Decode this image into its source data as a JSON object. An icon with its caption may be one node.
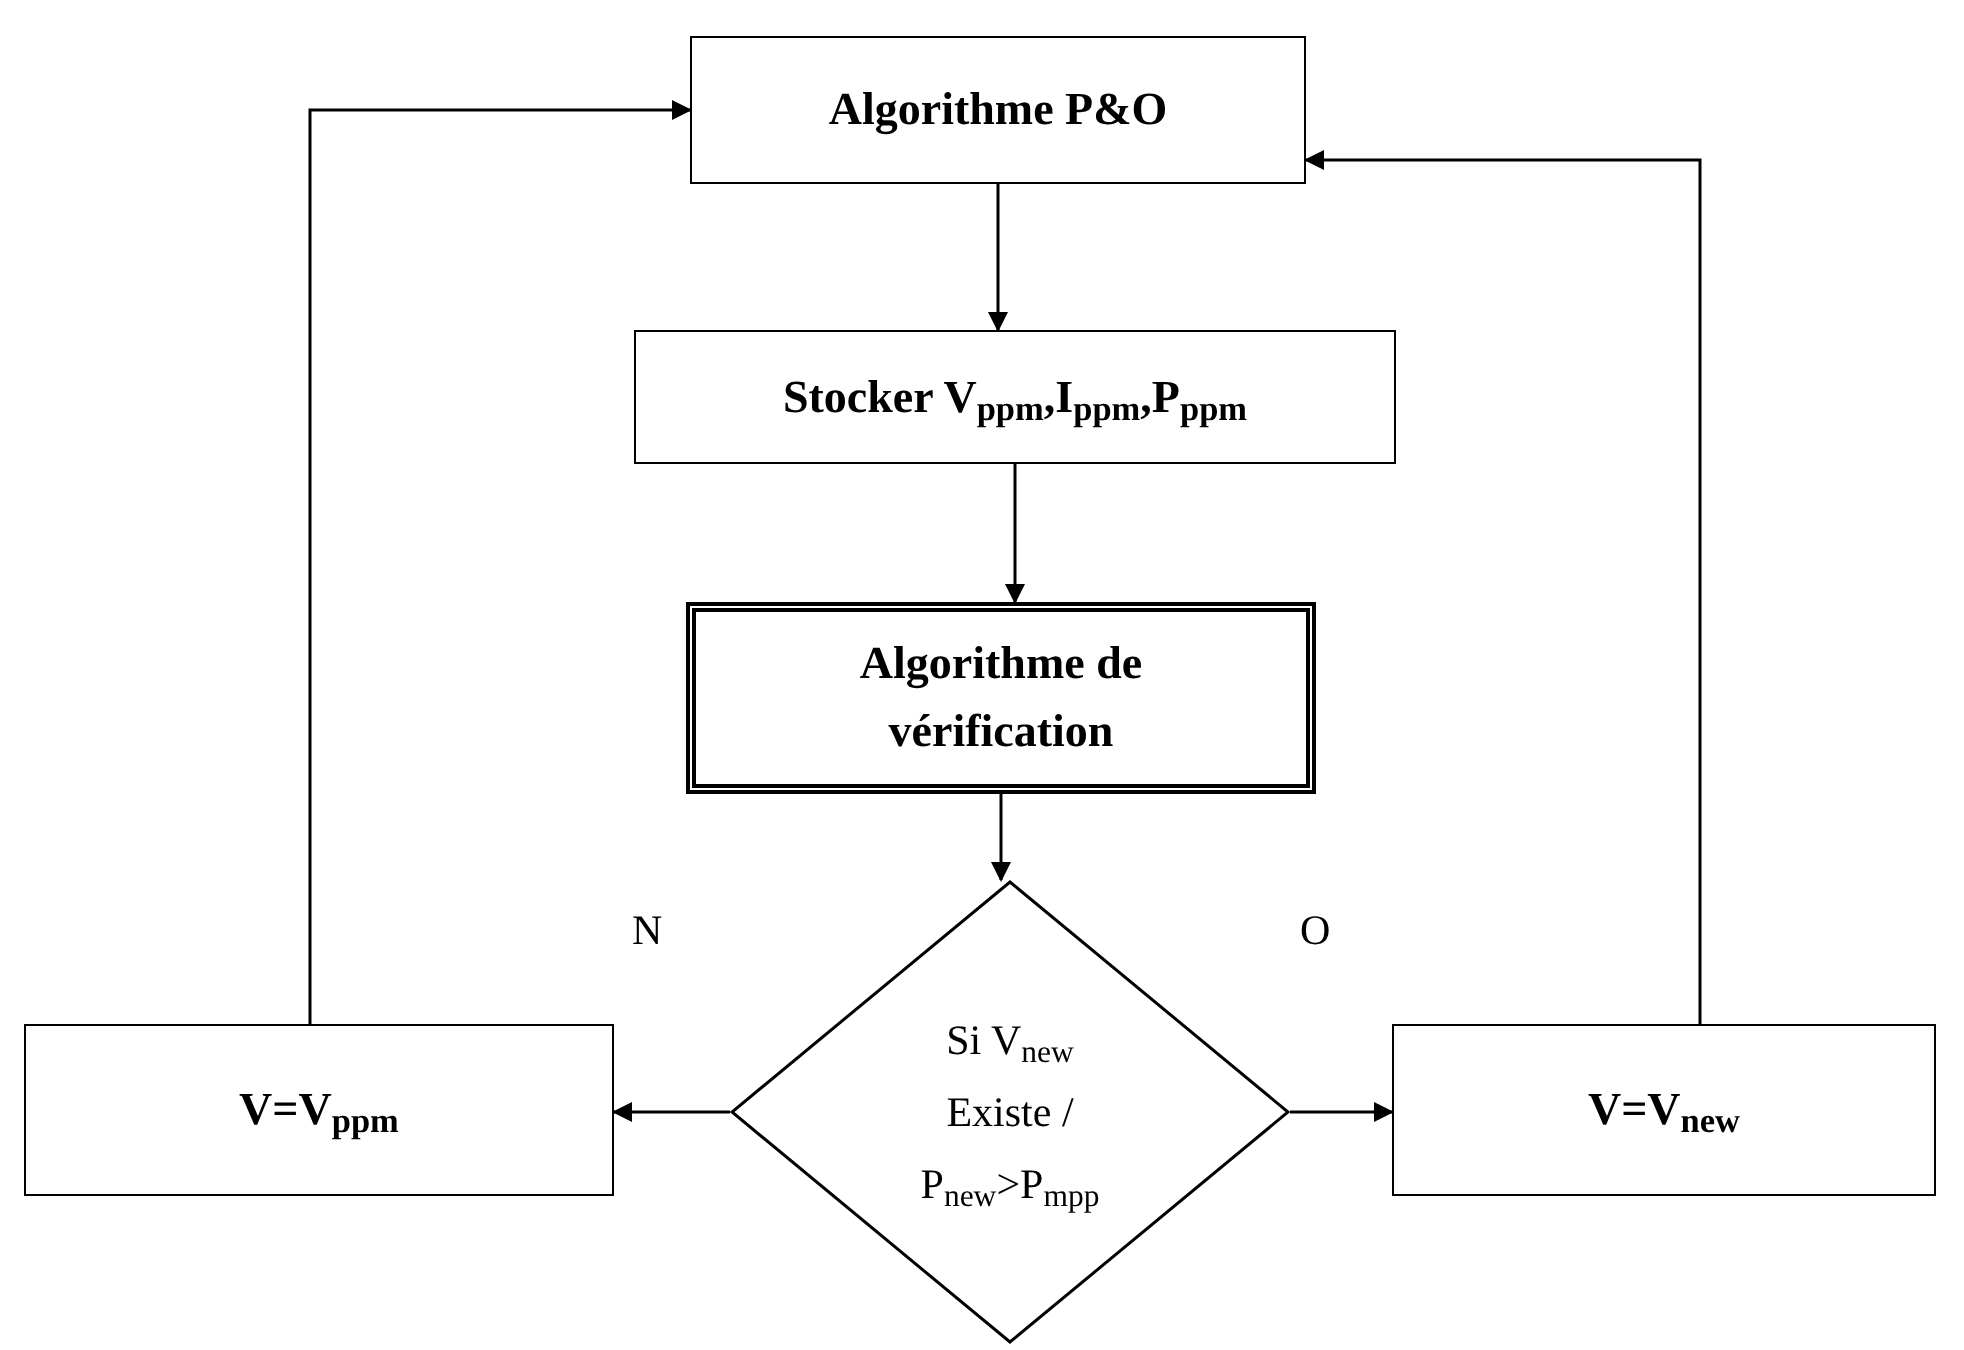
{
  "diagram": {
    "nodes": [
      {
        "text": [
          "Algorithme  P&O"
        ]
      },
      {
        "text": [
          "Stocker V$_{ppm}$,I$_{ppm}$,P$_{ppm}$"
        ]
      },
      {
        "text": [
          "Algorithme de vérification"
        ]
      },
      {
        "text": [
          "Si V$_{new}$ Existe / P$_{new}$>P$_{mpp}$"
        ]
      },
      {
        "text": [
          "V=V$_{ppm}$"
        ]
      },
      {
        "text": [
          "V=V$_{new}$"
        ]
      }
    ],
    "edges": [
      {
        "from": 0,
        "to": 1,
        "arrow": "to"
      },
      {
        "from": 1,
        "to": 2,
        "arrow": "to"
      },
      {
        "from": 2,
        "to": 3,
        "arrow": "to"
      },
      {
        "from": 3,
        "to": 4,
        "arrow": "to",
        "label": "N"
      },
      {
        "from": 3,
        "to": 5,
        "arrow": "to",
        "label": "O"
      },
      {
        "from": 4,
        "to": 0,
        "arrow": "to"
      },
      {
        "from": 5,
        "to": 0,
        "arrow": "to"
      }
    ]
  }
}
